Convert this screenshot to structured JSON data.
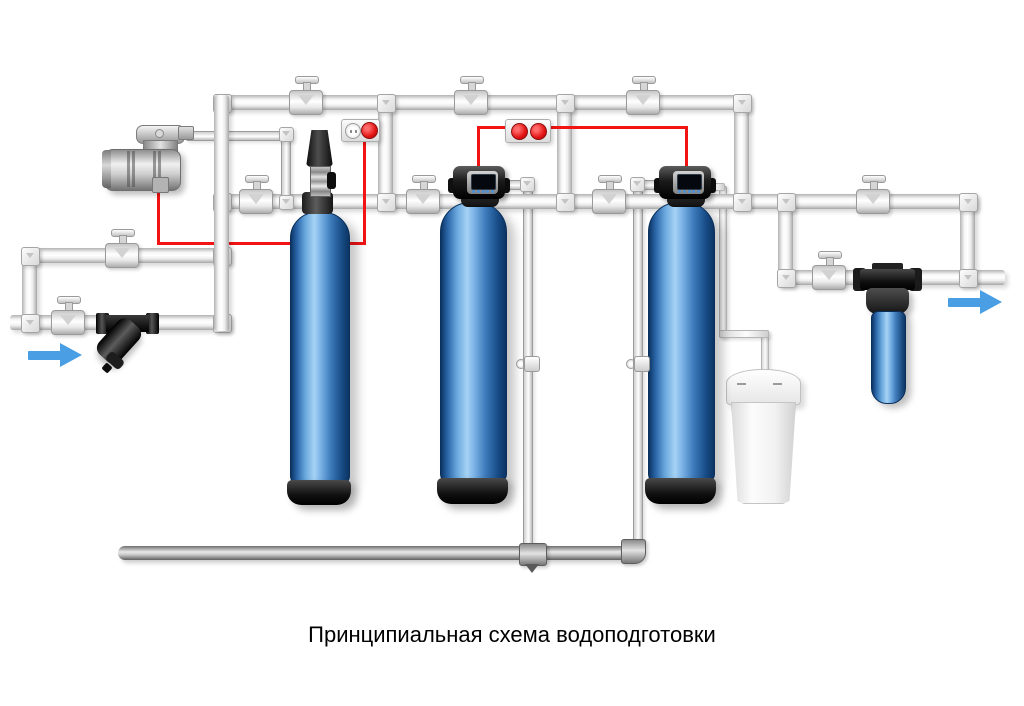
{
  "caption": "Принципиальная схема водоподготовки",
  "colors": {
    "background": "#ffffff",
    "pipe_light": "#f2f2f2",
    "pipe_edge": "#a6a6a6",
    "drain_pipe_metal": "#9a9a9a",
    "tank_blue_dark": "#0c3563",
    "tank_blue_light": "#a6d2f4",
    "tank_base_black": "#111111",
    "wire_red": "#f21313",
    "plug_red": "#e31414",
    "arrow_blue": "#4a9ee4",
    "control_valve_display_blue": "#4a90d9",
    "brine_tank_white": "#f6f6f6"
  },
  "components": [
    "air-compressor",
    "air-injection-valve",
    "aeration-column",
    "filter-column-left",
    "filter-column-right",
    "control-valve-head-left",
    "control-valve-head-right",
    "brine-salt-tank",
    "y-strainer",
    "cartridge-filter",
    "power-outlet-single",
    "power-outlet-double",
    "gate-valve",
    "drain-valve",
    "drain-pipe",
    "inlet-flow-arrow",
    "outlet-flow-arrow"
  ]
}
